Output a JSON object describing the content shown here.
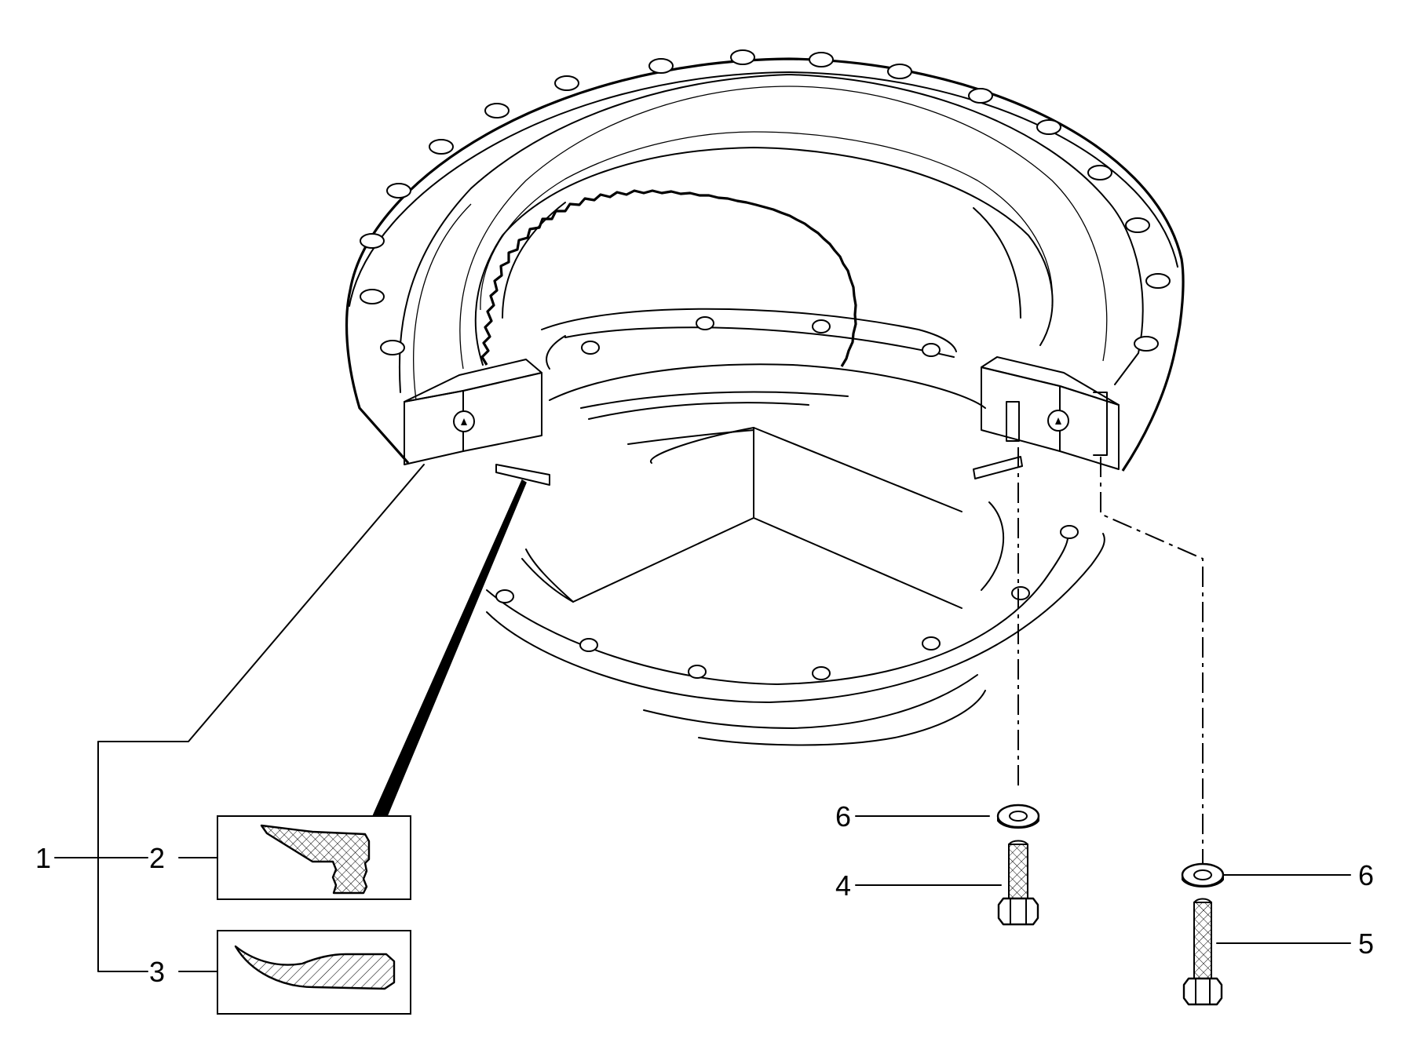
{
  "callouts": {
    "c1": "1",
    "c2": "2",
    "c3": "3",
    "c4": "4",
    "c5": "5",
    "c6a": "6",
    "c6b": "6"
  }
}
